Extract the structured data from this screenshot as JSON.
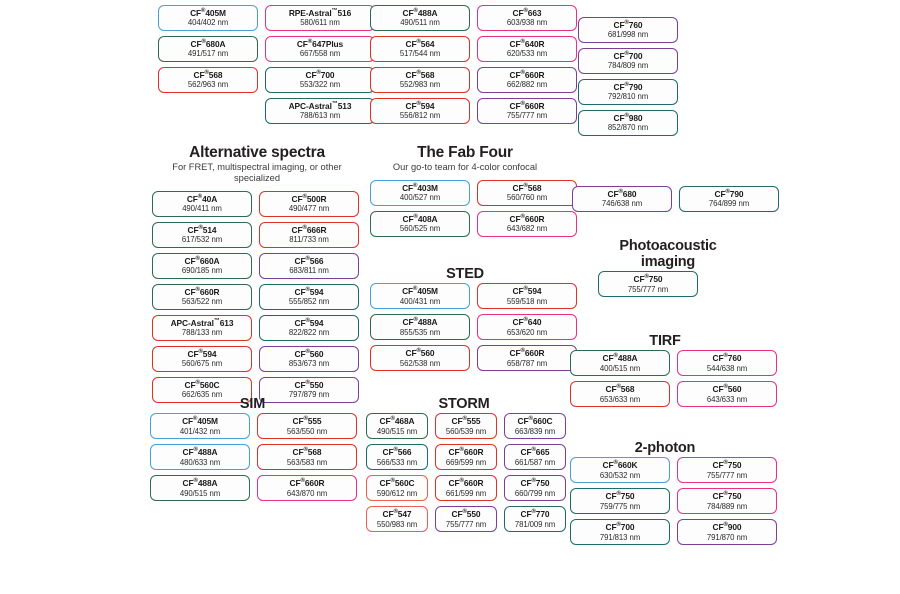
{
  "meta": {
    "nm_suffix": "nm",
    "registered_mark": "®",
    "trademark_mark": "™"
  },
  "palette": {
    "blue": "#4a9fd8",
    "green": "#2f6b4f",
    "red": "#e03127",
    "magenta": "#e8308a",
    "pink": "#ec4899",
    "purple": "#7b3f98",
    "teal": "#1f6b6b",
    "darkteal": "#24635f",
    "salmon": "#e8614f",
    "crimson": "#d62839",
    "plum": "#8e4585",
    "text": "#231f20"
  },
  "groups": [
    {
      "id": "top-left",
      "title": "",
      "subtitle": "",
      "columns": [
        {
          "chips": [
            {
              "name": "CF",
              "sup": "®",
              "model": "405M",
              "spec": "404/402 nm",
              "color": "#4a9fd8"
            },
            {
              "name": "CF",
              "sup": "®",
              "model": "680A",
              "spec": "491/517 nm",
              "color": "#2f6b4f"
            },
            {
              "name": "CF",
              "sup": "®",
              "model": "568",
              "spec": "562/963 nm",
              "color": "#e03127"
            }
          ]
        },
        {
          "chips": [
            {
              "name": "RPE-Astral",
              "sup": "™",
              "model": "516",
              "spec": "580/611 nm",
              "color": "#e8308a"
            },
            {
              "name": "CF",
              "sup": "®",
              "model": "647Plus",
              "spec": "667/558 nm",
              "color": "#e8308a"
            },
            {
              "name": "CF",
              "sup": "®",
              "model": "700",
              "spec": "553/322 nm",
              "color": "#1f6b6b"
            },
            {
              "name": "APC-Astral",
              "sup": "™",
              "model": "513",
              "spec": "788/613 nm",
              "color": "#1f6b6b"
            }
          ]
        }
      ]
    },
    {
      "id": "top-mid",
      "title": "",
      "subtitle": "",
      "columns": [
        {
          "chips": [
            {
              "name": "CF",
              "sup": "®",
              "model": "488A",
              "spec": "490/511 nm",
              "color": "#2f6b4f"
            },
            {
              "name": "CF",
              "sup": "®",
              "model": "564",
              "spec": "517/544 nm",
              "color": "#e03127"
            },
            {
              "name": "CF",
              "sup": "®",
              "model": "568",
              "spec": "552/983 nm",
              "color": "#e03127"
            },
            {
              "name": "CF",
              "sup": "®",
              "model": "594",
              "spec": "556/812 nm",
              "color": "#e03127"
            }
          ]
        },
        {
          "chips": [
            {
              "name": "CF",
              "sup": "®",
              "model": "663",
              "spec": "603/938 nm",
              "color": "#e8308a"
            },
            {
              "name": "CF",
              "sup": "®",
              "model": "640R",
              "spec": "620/533 nm",
              "color": "#e8308a"
            },
            {
              "name": "CF",
              "sup": "®",
              "model": "660R",
              "spec": "662/882 nm",
              "color": "#7b3f98"
            },
            {
              "name": "CF",
              "sup": "®",
              "model": "660R",
              "spec": "755/777 nm",
              "color": "#7b3f98"
            }
          ]
        }
      ]
    },
    {
      "id": "top-right",
      "title": "",
      "subtitle": "",
      "columns": [
        {
          "chips": [
            {
              "name": "CF",
              "sup": "®",
              "model": "760",
              "spec": "681/998 nm",
              "color": "#7b3f98"
            },
            {
              "name": "CF",
              "sup": "®",
              "model": "700",
              "spec": "784/809 nm",
              "color": "#7b3f98"
            },
            {
              "name": "CF",
              "sup": "®",
              "model": "790",
              "spec": "792/810 nm",
              "color": "#1f6b6b"
            },
            {
              "name": "CF",
              "sup": "®",
              "model": "980",
              "spec": "852/870 nm",
              "color": "#1f6b6b"
            }
          ]
        }
      ]
    },
    {
      "id": "alternative-spectra",
      "title": "Alternative spectra",
      "subtitle": "For FRET, multispectral imaging, or other specialized",
      "columns": [
        {
          "chips": [
            {
              "name": "CF",
              "sup": "®",
              "model": "40A",
              "spec": "490/411 nm",
              "color": "#2f6b4f"
            },
            {
              "name": "CF",
              "sup": "®",
              "model": "514",
              "spec": "617/532 nm",
              "color": "#2f6b4f"
            },
            {
              "name": "CF",
              "sup": "®",
              "model": "660A",
              "spec": "690/185 nm",
              "color": "#2f6b4f"
            },
            {
              "name": "CF",
              "sup": "®",
              "model": "660R",
              "spec": "563/522 nm",
              "color": "#2f6b4f"
            },
            {
              "name": "APC-Astral",
              "sup": "™",
              "model": "613",
              "spec": "788/133 nm",
              "color": "#e03127"
            },
            {
              "name": "CF",
              "sup": "®",
              "model": "594",
              "spec": "560/675 nm",
              "color": "#e03127"
            },
            {
              "name": "CF",
              "sup": "®",
              "model": "560C",
              "spec": "662/635 nm",
              "color": "#e03127"
            }
          ]
        },
        {
          "chips": [
            {
              "name": "CF",
              "sup": "®",
              "model": "500R",
              "spec": "490/477 nm",
              "color": "#e03127"
            },
            {
              "name": "CF",
              "sup": "®",
              "model": "666R",
              "spec": "811/733 nm",
              "color": "#e03127"
            },
            {
              "name": "CF",
              "sup": "®",
              "model": "566",
              "spec": "683/811 nm",
              "color": "#7b3f98"
            },
            {
              "name": "CF",
              "sup": "®",
              "model": "594",
              "spec": "555/852 nm",
              "color": "#1f6b6b"
            },
            {
              "name": "CF",
              "sup": "®",
              "model": "594",
              "spec": "822/822 nm",
              "color": "#1f6b6b"
            },
            {
              "name": "CF",
              "sup": "®",
              "model": "560",
              "spec": "853/673 nm",
              "color": "#7b3f98"
            },
            {
              "name": "CF",
              "sup": "®",
              "model": "550",
              "spec": "797/879 nm",
              "color": "#7b3f98"
            }
          ]
        }
      ]
    },
    {
      "id": "fab-four",
      "title": "The Fab Four",
      "subtitle": "Our go-to team for 4-color confocal",
      "columns": [
        {
          "chips": [
            {
              "name": "CF",
              "sup": "®",
              "model": "403M",
              "spec": "400/527 nm",
              "color": "#4a9fd8"
            },
            {
              "name": "CF",
              "sup": "®",
              "model": "408A",
              "spec": "560/525 nm",
              "color": "#2f6b4f"
            }
          ]
        },
        {
          "chips": [
            {
              "name": "CF",
              "sup": "®",
              "model": "568",
              "spec": "560/760 nm",
              "color": "#e03127"
            },
            {
              "name": "CF",
              "sup": "®",
              "model": "660R",
              "spec": "643/682 nm",
              "color": "#e8308a"
            }
          ]
        }
      ]
    },
    {
      "id": "sted",
      "title": "STED",
      "subtitle": "",
      "columns": [
        {
          "chips": [
            {
              "name": "CF",
              "sup": "®",
              "model": "405M",
              "spec": "400/431 nm",
              "color": "#4a9fd8"
            },
            {
              "name": "CF",
              "sup": "®",
              "model": "488A",
              "spec": "855/535 nm",
              "color": "#2f6b4f"
            },
            {
              "name": "CF",
              "sup": "®",
              "model": "560",
              "spec": "562/538 nm",
              "color": "#e03127"
            }
          ]
        },
        {
          "chips": [
            {
              "name": "CF",
              "sup": "®",
              "model": "594",
              "spec": "559/518 nm",
              "color": "#e03127"
            },
            {
              "name": "CF",
              "sup": "®",
              "model": "640",
              "spec": "653/620 nm",
              "color": "#e8308a"
            },
            {
              "name": "CF",
              "sup": "®",
              "model": "660R",
              "spec": "658/787 nm",
              "color": "#7b3f98"
            }
          ]
        }
      ]
    },
    {
      "id": "right-pair",
      "title": "",
      "subtitle": "",
      "columns": [
        {
          "chips": [
            {
              "name": "CF",
              "sup": "®",
              "model": "680",
              "spec": "746/638 nm",
              "color": "#7b3f98"
            }
          ]
        },
        {
          "chips": [
            {
              "name": "CF",
              "sup": "®",
              "model": "790",
              "spec": "764/899 nm",
              "color": "#1f6b6b"
            }
          ]
        }
      ]
    },
    {
      "id": "photoacoustic",
      "title": "Photoacoustic imaging",
      "subtitle": "",
      "columns": [
        {
          "chips": [
            {
              "name": "CF",
              "sup": "®",
              "model": "750",
              "spec": "755/777 nm",
              "color": "#1f6b6b"
            }
          ]
        }
      ]
    },
    {
      "id": "tirf",
      "title": "TIRF",
      "subtitle": "",
      "columns": [
        {
          "chips": [
            {
              "name": "CF",
              "sup": "®",
              "model": "488A",
              "spec": "400/515 nm",
              "color": "#2f6b4f"
            },
            {
              "name": "CF",
              "sup": "®",
              "model": "568",
              "spec": "653/633 nm",
              "color": "#e03127"
            }
          ]
        },
        {
          "chips": [
            {
              "name": "CF",
              "sup": "®",
              "model": "760",
              "spec": "544/638 nm",
              "color": "#e8308a"
            },
            {
              "name": "CF",
              "sup": "®",
              "model": "560",
              "spec": "643/633 nm",
              "color": "#e8308a"
            }
          ]
        }
      ]
    },
    {
      "id": "two-photon",
      "title": "2-photon",
      "subtitle": "",
      "columns": [
        {
          "chips": [
            {
              "name": "CF",
              "sup": "®",
              "model": "660K",
              "spec": "630/532 nm",
              "color": "#4a9fd8"
            },
            {
              "name": "CF",
              "sup": "®",
              "model": "750",
              "spec": "759/775 nm",
              "color": "#1f6b6b"
            },
            {
              "name": "CF",
              "sup": "®",
              "model": "700",
              "spec": "791/813 nm",
              "color": "#1f6b6b"
            }
          ]
        },
        {
          "chips": [
            {
              "name": "CF",
              "sup": "®",
              "model": "750",
              "spec": "755/777 nm",
              "color": "#e8308a"
            },
            {
              "name": "CF",
              "sup": "®",
              "model": "750",
              "spec": "784/889 nm",
              "color": "#e8308a"
            },
            {
              "name": "CF",
              "sup": "®",
              "model": "900",
              "spec": "791/870 nm",
              "color": "#7b3f98"
            }
          ]
        }
      ]
    },
    {
      "id": "sim",
      "title": "SIM",
      "subtitle": "",
      "columns": [
        {
          "chips": [
            {
              "name": "CF",
              "sup": "®",
              "model": "405M",
              "spec": "401/432 nm",
              "color": "#4a9fd8"
            },
            {
              "name": "CF",
              "sup": "®",
              "model": "488A",
              "spec": "480/633 nm",
              "color": "#4a9fd8"
            },
            {
              "name": "CF",
              "sup": "®",
              "model": "488A",
              "spec": "490/515 nm",
              "color": "#2f6b4f"
            }
          ]
        },
        {
          "chips": [
            {
              "name": "CF",
              "sup": "®",
              "model": "555",
              "spec": "563/550 nm",
              "color": "#e03127"
            },
            {
              "name": "CF",
              "sup": "®",
              "model": "568",
              "spec": "563/583 nm",
              "color": "#e03127"
            },
            {
              "name": "CF",
              "sup": "®",
              "model": "660R",
              "spec": "643/870 nm",
              "color": "#e8308a"
            }
          ]
        }
      ]
    },
    {
      "id": "storm",
      "title": "STORM",
      "subtitle": "",
      "columns": [
        {
          "chips": [
            {
              "name": "CF",
              "sup": "®",
              "model": "468A",
              "spec": "490/515 nm",
              "color": "#2f6b4f"
            },
            {
              "name": "CF",
              "sup": "®",
              "model": "566",
              "spec": "566/533 nm",
              "color": "#1f6b6b"
            },
            {
              "name": "CF",
              "sup": "®",
              "model": "560C",
              "spec": "590/612 nm",
              "color": "#e8614f"
            },
            {
              "name": "CF",
              "sup": "®",
              "model": "547",
              "spec": "550/983 nm",
              "color": "#e8614f"
            }
          ]
        },
        {
          "chips": [
            {
              "name": "CF",
              "sup": "®",
              "model": "555",
              "spec": "560/539 nm",
              "color": "#e03127"
            },
            {
              "name": "CF",
              "sup": "®",
              "model": "660R",
              "spec": "669/599 nm",
              "color": "#e03127"
            },
            {
              "name": "CF",
              "sup": "®",
              "model": "660R",
              "spec": "661/599 nm",
              "color": "#e03127"
            },
            {
              "name": "CF",
              "sup": "®",
              "model": "550",
              "spec": "755/777 nm",
              "color": "#7b3f98"
            }
          ]
        },
        {
          "chips": [
            {
              "name": "CF",
              "sup": "®",
              "model": "660C",
              "spec": "663/839 nm",
              "color": "#7b3f98"
            },
            {
              "name": "CF",
              "sup": "®",
              "model": "665",
              "spec": "661/587 nm",
              "color": "#7b3f98"
            },
            {
              "name": "CF",
              "sup": "®",
              "model": "750",
              "spec": "660/799 nm",
              "color": "#7b3f98"
            },
            {
              "name": "CF",
              "sup": "®",
              "model": "770",
              "spec": "781/009 nm",
              "color": "#1f6b6b"
            }
          ]
        }
      ]
    }
  ]
}
